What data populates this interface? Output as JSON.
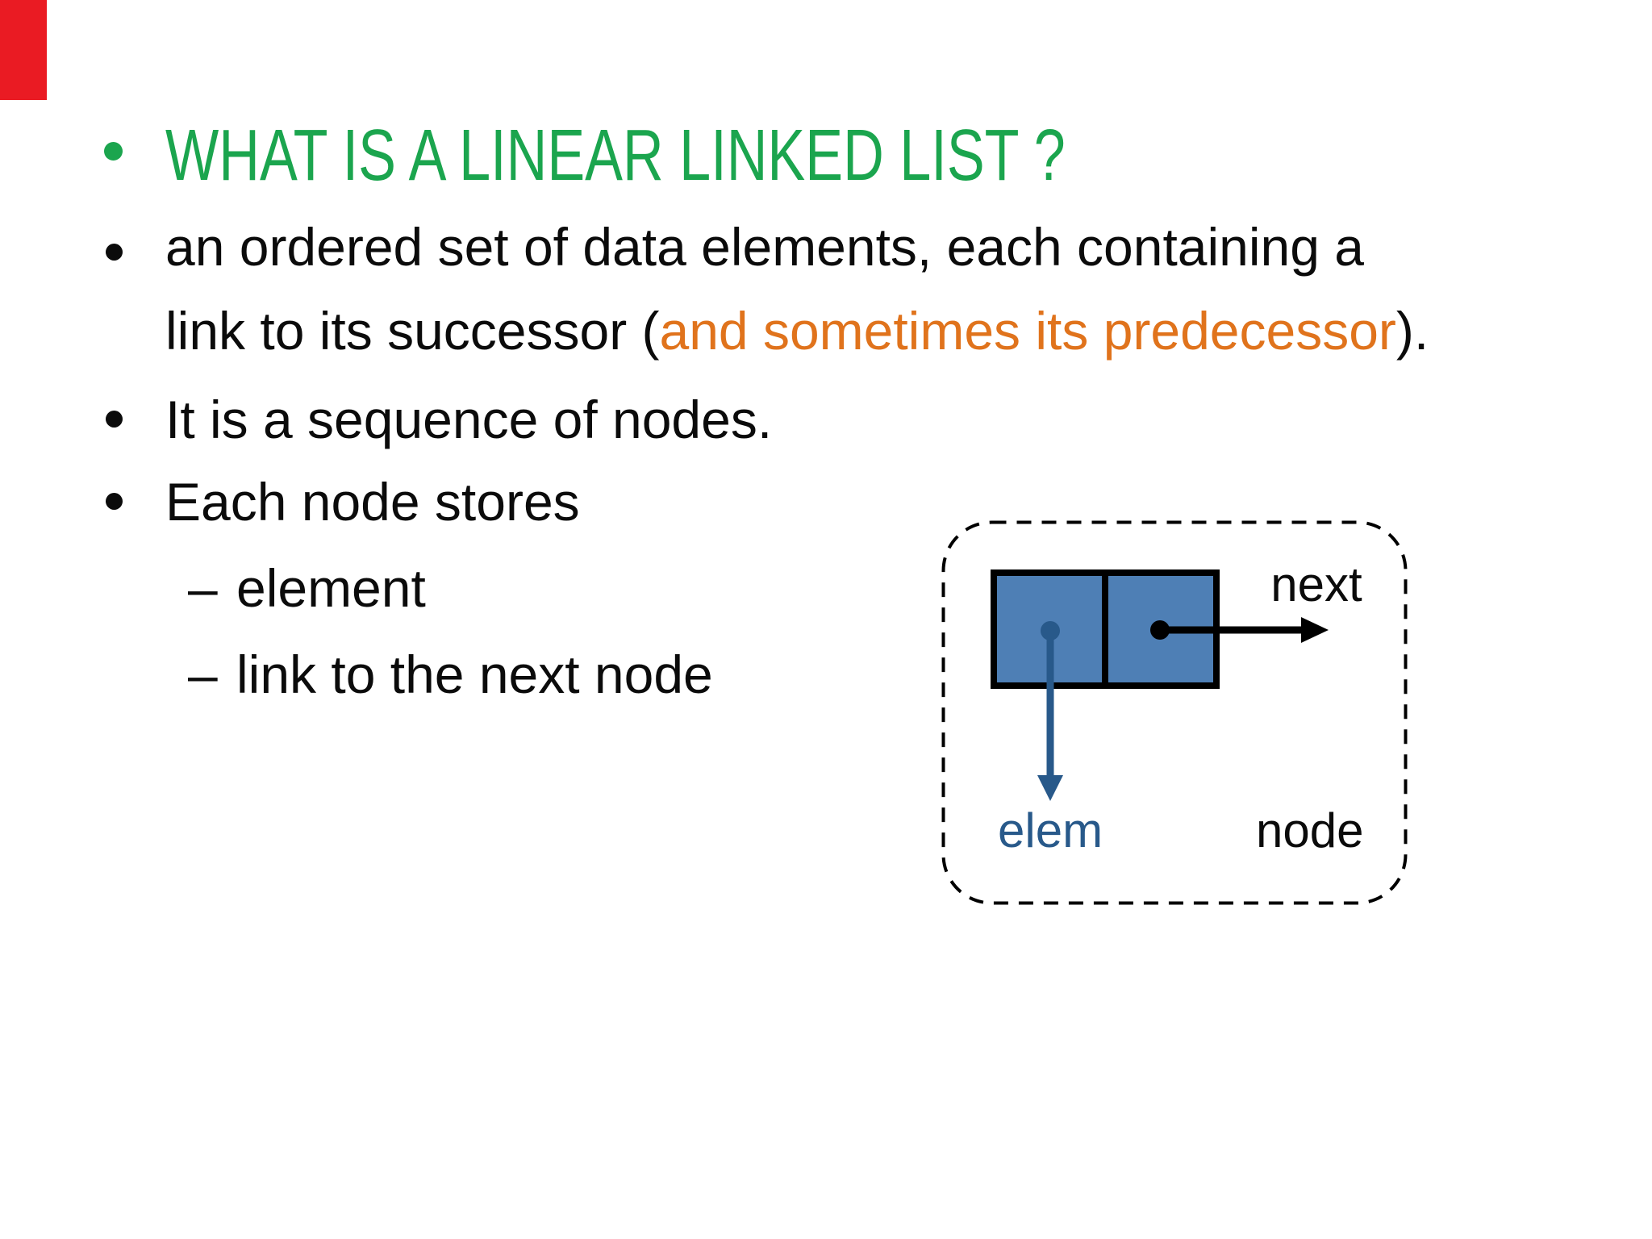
{
  "colors": {
    "page-bg": "#ffffff",
    "text": "#0b0b0b",
    "green": "#1BA54E",
    "orange": "#E0731C",
    "red-bar": "#EA1B23",
    "cell-blue": "#4E7FB5",
    "accent-blue": "#28598A",
    "outline": "#000000"
  },
  "markers": {
    "sub_bullet": "–"
  },
  "heading": {
    "text": "WHAT IS A LINEAR LINKED LIST ?"
  },
  "bullets": {
    "ordered_set": {
      "line1": "an ordered set of data elements, each containing a",
      "line2_pre": "link to its successor (",
      "line2_highlight": "and sometimes its predecessor",
      "line2_post": ")."
    },
    "sequence": {
      "text": "It is a sequence of nodes."
    },
    "each_node": {
      "text": "Each node stores"
    },
    "sub_items": [
      {
        "text": "element"
      },
      {
        "text": "link to the next node"
      }
    ]
  },
  "diagram": {
    "labels": {
      "next": "next",
      "elem": "elem",
      "node": "node"
    }
  }
}
